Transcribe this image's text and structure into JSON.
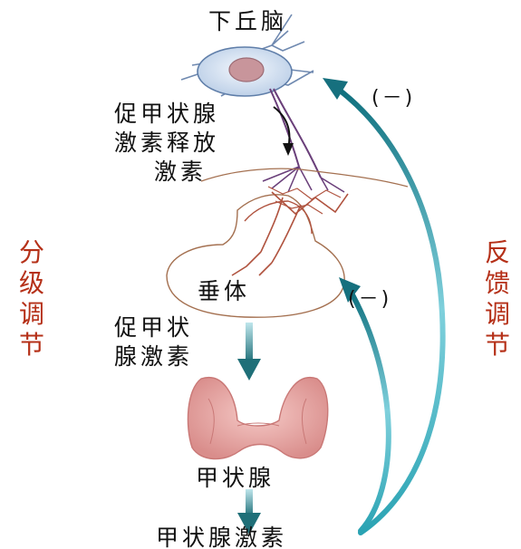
{
  "labels": {
    "hypothalamus": "下丘脑",
    "trh_line1": "促甲状腺",
    "trh_line2": "激素释放",
    "trh_line3": "激素",
    "pituitary": "垂体",
    "tsh_line1": "促甲状",
    "tsh_line2": "腺激素",
    "thyroid": "甲状腺",
    "thyroid_hormone": "甲状腺激素"
  },
  "side_labels": {
    "left": "分级调节",
    "right": "反馈调节"
  },
  "feedback_marks": {
    "upper": "(－)",
    "lower": "(－)"
  },
  "colors": {
    "feedback_arrow": "#1b8a95",
    "down_arrow": "#1f6f78",
    "side_text": "#b53018",
    "neuron_body": "#dbe6f4",
    "neuron_fiber": "#6a3f7a",
    "capillary": "#b0533f",
    "thyroid": "#e7a3a1",
    "outline": "#a47050"
  }
}
